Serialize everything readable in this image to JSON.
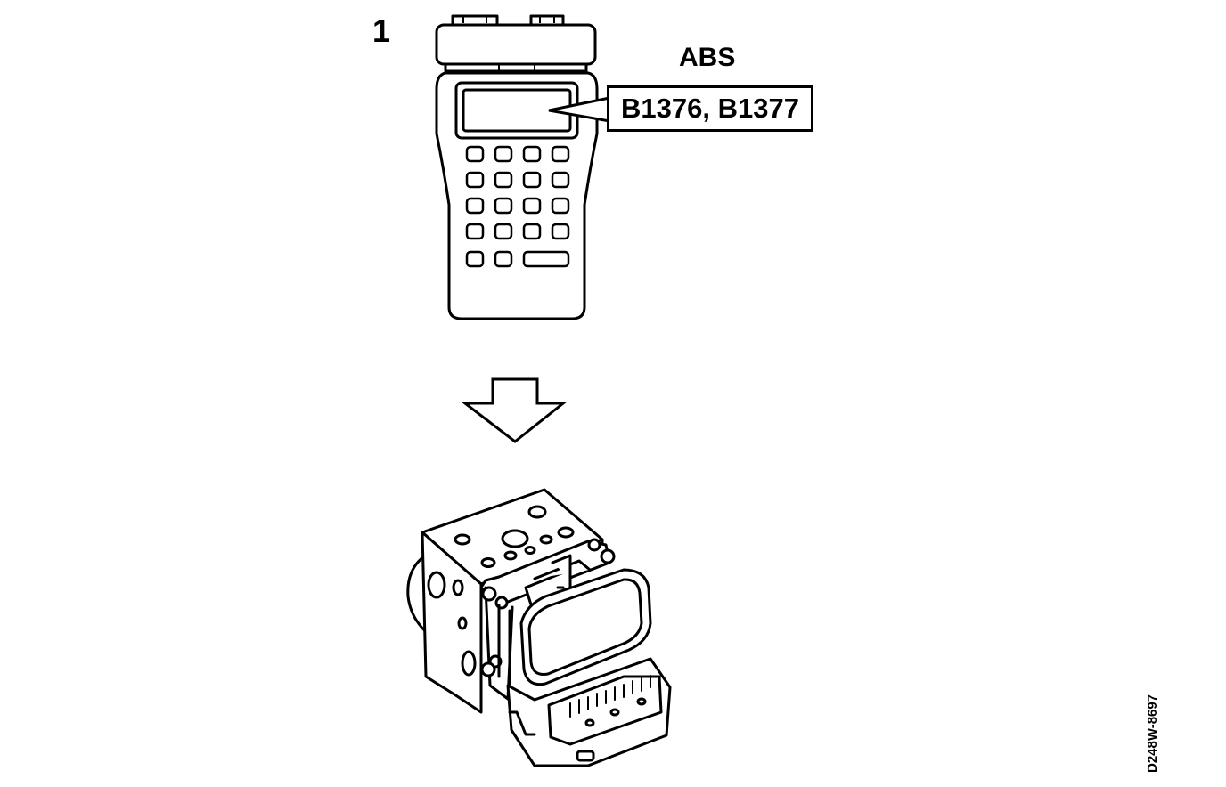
{
  "diagram": {
    "step_number": "1",
    "system_label": "ABS",
    "fault_codes": "B1376, B1377",
    "figure_id": "D248W-8697"
  },
  "icons": {
    "scan_tool": "diagnostic-scan-tool-icon",
    "arrow": "down-arrow-icon",
    "module": "abs-hydraulic-control-unit-icon"
  },
  "colors": {
    "line": "#000000",
    "background": "#ffffff"
  }
}
